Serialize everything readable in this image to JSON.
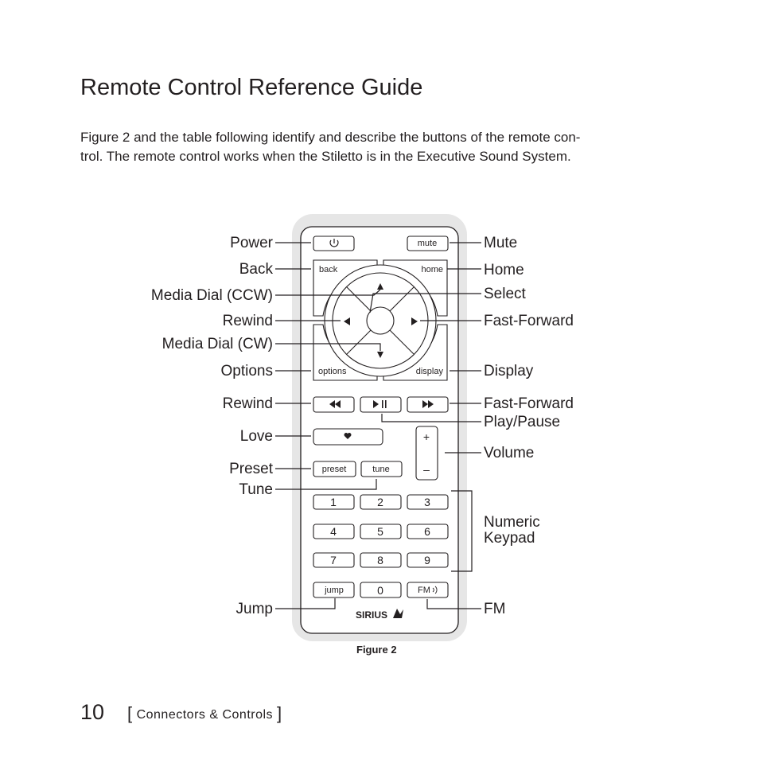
{
  "title": "Remote Control Reference Guide",
  "intro": {
    "line1": "Figure 2 and the table following identify and describe the buttons of the remote con-",
    "line2": "trol. The remote control works when the Stiletto is in the Executive Sound System."
  },
  "figure": {
    "caption": "Figure 2",
    "callouts_left": {
      "power": "Power",
      "back": "Back",
      "media_dial_ccw": "Media Dial (CCW)",
      "rewind_dial": "Rewind",
      "media_dial_cw": "Media Dial (CW)",
      "options": "Options",
      "rewind": "Rewind",
      "love": "Love",
      "preset": "Preset",
      "tune": "Tune",
      "jump": "Jump"
    },
    "callouts_right": {
      "mute": "Mute",
      "home": "Home",
      "select": "Select",
      "fast_forward_dial": "Fast-Forward",
      "display": "Display",
      "fast_forward": "Fast-Forward",
      "play_pause": "Play/Pause",
      "volume": "Volume",
      "numeric_line1": "Numeric",
      "numeric_line2": "Keypad",
      "fm": "FM"
    },
    "buttons": {
      "mute": "mute",
      "back": "back",
      "home": "home",
      "options": "options",
      "display": "display",
      "preset": "preset",
      "tune": "tune",
      "jump": "jump",
      "fm": "FM",
      "vol_plus": "+",
      "vol_minus": "–",
      "keys": [
        "1",
        "2",
        "3",
        "4",
        "5",
        "6",
        "7",
        "8",
        "9"
      ],
      "zero": "0",
      "brand": "SIRIUS"
    }
  },
  "footer": {
    "page_number": "10",
    "section_open": "[",
    "section": "Connectors & Controls",
    "section_close": "]"
  }
}
